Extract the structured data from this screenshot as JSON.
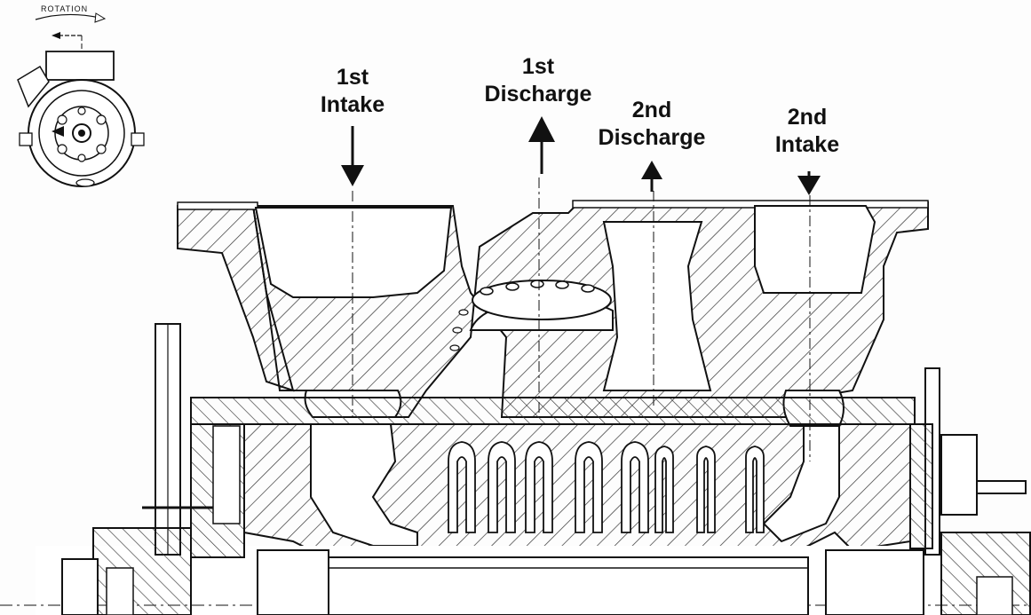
{
  "rotation_label": "ROTATION",
  "labels": {
    "first_intake": [
      "1st",
      "Intake"
    ],
    "first_discharge": [
      "1st",
      "Discharge"
    ],
    "second_discharge": [
      "2nd",
      "Discharge"
    ],
    "second_intake": [
      "2nd",
      "Intake"
    ]
  },
  "flow_arrows": [
    {
      "port": "first_intake",
      "direction": "down"
    },
    {
      "port": "first_discharge",
      "direction": "up"
    },
    {
      "port": "second_discharge",
      "direction": "up"
    },
    {
      "port": "second_intake",
      "direction": "down"
    }
  ],
  "colors": {
    "ink": "#111111",
    "paper": "#fdfdfd",
    "hatch": "#333333"
  }
}
